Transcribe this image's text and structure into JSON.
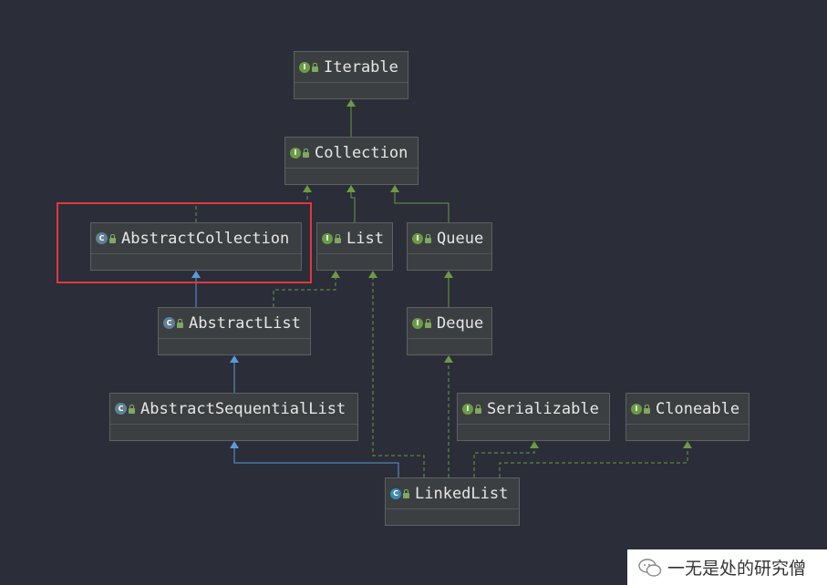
{
  "diagram": {
    "nodes": {
      "iterable": {
        "label": "Iterable",
        "kind": "interface"
      },
      "collection": {
        "label": "Collection",
        "kind": "interface"
      },
      "abstract_collection": {
        "label": "AbstractCollection",
        "kind": "abstract-class"
      },
      "list": {
        "label": "List",
        "kind": "interface"
      },
      "queue": {
        "label": "Queue",
        "kind": "interface"
      },
      "abstract_list": {
        "label": "AbstractList",
        "kind": "abstract-class"
      },
      "deque": {
        "label": "Deque",
        "kind": "interface"
      },
      "abstract_sequential_list": {
        "label": "AbstractSequentialList",
        "kind": "abstract-class"
      },
      "serializable": {
        "label": "Serializable",
        "kind": "interface"
      },
      "cloneable": {
        "label": "Cloneable",
        "kind": "interface"
      },
      "linked_list": {
        "label": "LinkedList",
        "kind": "class"
      }
    },
    "edges": [
      {
        "from": "collection",
        "to": "iterable",
        "type": "extends"
      },
      {
        "from": "abstract_collection",
        "to": "collection",
        "type": "implements"
      },
      {
        "from": "list",
        "to": "collection",
        "type": "extends"
      },
      {
        "from": "queue",
        "to": "collection",
        "type": "extends"
      },
      {
        "from": "abstract_list",
        "to": "abstract_collection",
        "type": "extends-class"
      },
      {
        "from": "abstract_list",
        "to": "list",
        "type": "implements"
      },
      {
        "from": "deque",
        "to": "queue",
        "type": "extends"
      },
      {
        "from": "abstract_sequential_list",
        "to": "abstract_list",
        "type": "extends-class"
      },
      {
        "from": "linked_list",
        "to": "abstract_sequential_list",
        "type": "extends-class"
      },
      {
        "from": "linked_list",
        "to": "list",
        "type": "implements"
      },
      {
        "from": "linked_list",
        "to": "deque",
        "type": "implements"
      },
      {
        "from": "linked_list",
        "to": "serializable",
        "type": "implements"
      },
      {
        "from": "linked_list",
        "to": "cloneable",
        "type": "implements"
      }
    ],
    "highlighted": "abstract_collection",
    "colors": {
      "background": "#2b2d38",
      "node_fill": "#3c3f41",
      "interface_edge": "#6a9c45",
      "class_edge": "#5a9bd8",
      "highlight": "#e0383e"
    }
  },
  "watermark": {
    "text": "一无是处的研究僧",
    "icon": "wechat-icon"
  }
}
